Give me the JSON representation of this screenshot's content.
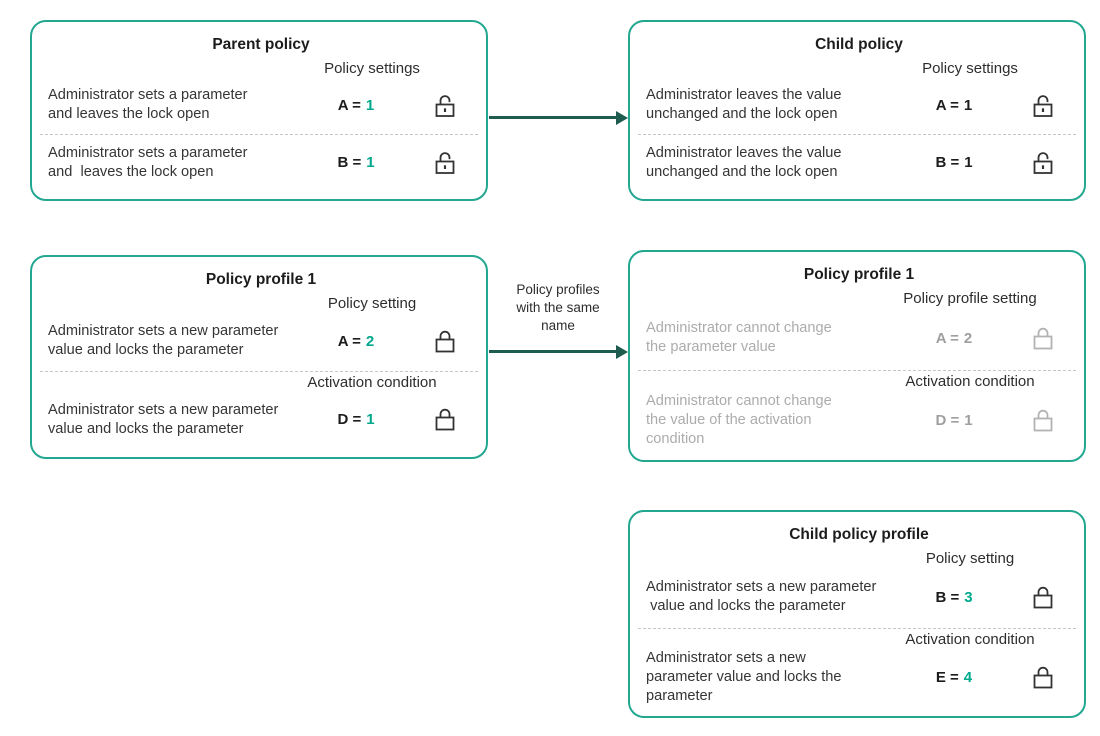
{
  "palette": {
    "card_border_teal": "#23a791",
    "changed_value_teal": "#00a88e",
    "arrow_dark_teal": "#1e5c50",
    "text_dark": "#1c1c1c",
    "text_gray": "#acacac",
    "lock_dark": "#333333",
    "lock_gray": "#b3b3b3",
    "divider_gray": "#c6c6c6"
  },
  "icons": {
    "lock_open": "open padlock (unlocked setting)",
    "lock_closed": "closed padlock (locked setting)"
  },
  "boxes": [
    {
      "title": "Parent policy",
      "sections": [
        {
          "label": "Policy settings",
          "rows": [
            {
              "text": "Administrator sets a parameter\nand leaves the lock open",
              "param": "A =",
              "value": "1",
              "value_state": "changed",
              "lock": "open"
            },
            {
              "text": "Administrator sets a parameter\nand  leaves the lock open",
              "param": "B =",
              "value": "1",
              "value_state": "changed",
              "lock": "open"
            }
          ]
        }
      ]
    },
    {
      "title": "Child policy",
      "sections": [
        {
          "label": "Policy settings",
          "rows": [
            {
              "text": "Administrator leaves the value\nunchanged and the lock open",
              "param": "A =",
              "value": "1",
              "value_state": "inherited",
              "lock": "open"
            },
            {
              "text": "Administrator leaves the value\nunchanged and the lock open",
              "param": "B =",
              "value": "1",
              "value_state": "inherited",
              "lock": "open"
            }
          ]
        }
      ]
    },
    {
      "title": "Policy profile 1",
      "sections": [
        {
          "label": "Policy setting",
          "rows": [
            {
              "text": "Administrator sets a new parameter\nvalue and locks the parameter",
              "param": "A =",
              "value": "2",
              "value_state": "changed",
              "lock": "closed"
            }
          ]
        },
        {
          "label": "Activation condition",
          "rows": [
            {
              "text": "Administrator sets a new parameter\nvalue and locks the parameter",
              "param": "D =",
              "value": "1",
              "value_state": "changed",
              "lock": "closed"
            }
          ]
        }
      ]
    },
    {
      "title": "Policy profile 1",
      "sections": [
        {
          "label": "Policy profile setting",
          "rows": [
            {
              "text": "Administrator cannot change\nthe parameter value",
              "param": "A =",
              "value": "2",
              "value_state": "locked",
              "lock": "closed"
            }
          ]
        },
        {
          "label": "Activation condition",
          "rows": [
            {
              "text": "Administrator cannot change\nthe value of the activation\ncondition",
              "param": "D =",
              "value": "1",
              "value_state": "locked",
              "lock": "closed"
            }
          ]
        }
      ]
    },
    {
      "title": "Child policy profile",
      "sections": [
        {
          "label": "Policy setting",
          "rows": [
            {
              "text": "Administrator sets a new parameter\n value and locks the parameter",
              "param": "B =",
              "value": "3",
              "value_state": "changed",
              "lock": "closed"
            }
          ]
        },
        {
          "label": "Activation condition",
          "rows": [
            {
              "text": "Administrator sets a new\nparameter value and locks the\nparameter",
              "param": "E =",
              "value": "4",
              "value_state": "changed",
              "lock": "closed"
            }
          ]
        }
      ]
    }
  ],
  "arrows": [
    {
      "from": "Parent policy",
      "to": "Child policy",
      "label": ""
    },
    {
      "from": "Policy profile 1",
      "to": "Policy profile 1",
      "label": "Policy profiles\nwith the same\nname"
    }
  ]
}
